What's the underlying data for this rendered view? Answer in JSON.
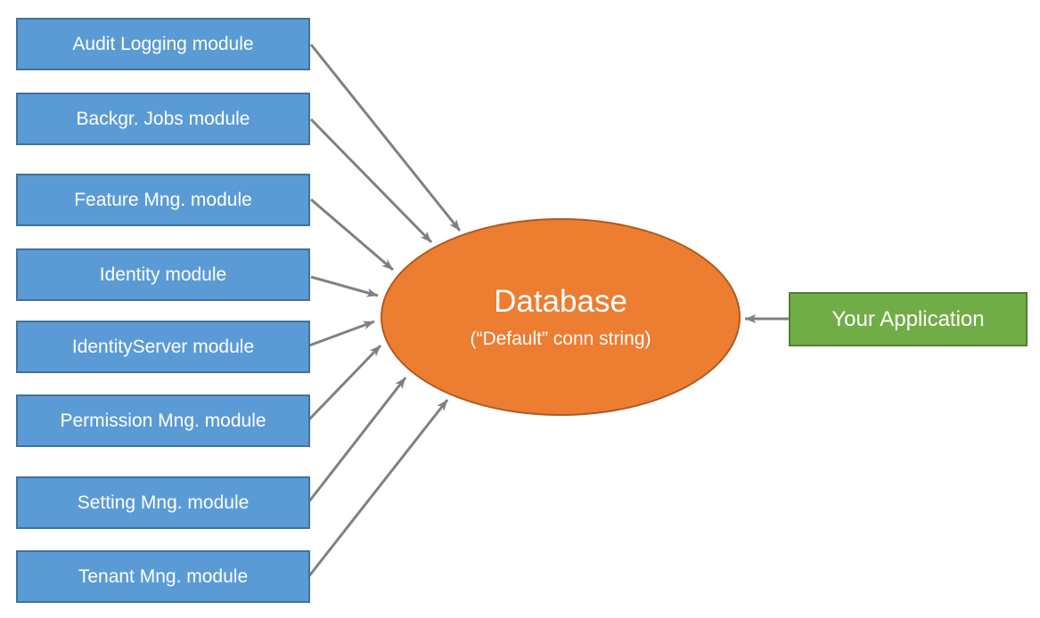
{
  "diagram": {
    "modules": [
      {
        "label": "Audit Logging module"
      },
      {
        "label": "Backgr. Jobs module"
      },
      {
        "label": "Feature Mng. module"
      },
      {
        "label": "Identity module"
      },
      {
        "label": "IdentityServer module"
      },
      {
        "label": "Permission Mng. module"
      },
      {
        "label": "Setting Mng. module"
      },
      {
        "label": "Tenant Mng. module"
      }
    ],
    "database": {
      "title": "Database",
      "subtitle": "(“Default” conn string)"
    },
    "application": {
      "label": "Your Application"
    },
    "edges": [
      {
        "from": "Audit Logging module",
        "to": "Database"
      },
      {
        "from": "Backgr. Jobs module",
        "to": "Database"
      },
      {
        "from": "Feature Mng. module",
        "to": "Database"
      },
      {
        "from": "Identity module",
        "to": "Database"
      },
      {
        "from": "IdentityServer module",
        "to": "Database"
      },
      {
        "from": "Permission Mng. module",
        "to": "Database"
      },
      {
        "from": "Setting Mng. module",
        "to": "Database"
      },
      {
        "from": "Tenant Mng. module",
        "to": "Database"
      },
      {
        "from": "Your Application",
        "to": "Database"
      }
    ],
    "colors": {
      "module_fill": "#5B9BD5",
      "module_border": "#41719C",
      "database_fill": "#ED7D31",
      "database_border": "#AE5A21",
      "application_fill": "#70AD47",
      "application_border": "#507E32",
      "arrow": "#808080",
      "text": "#FFFFFF",
      "background": "#FFFFFF"
    }
  }
}
